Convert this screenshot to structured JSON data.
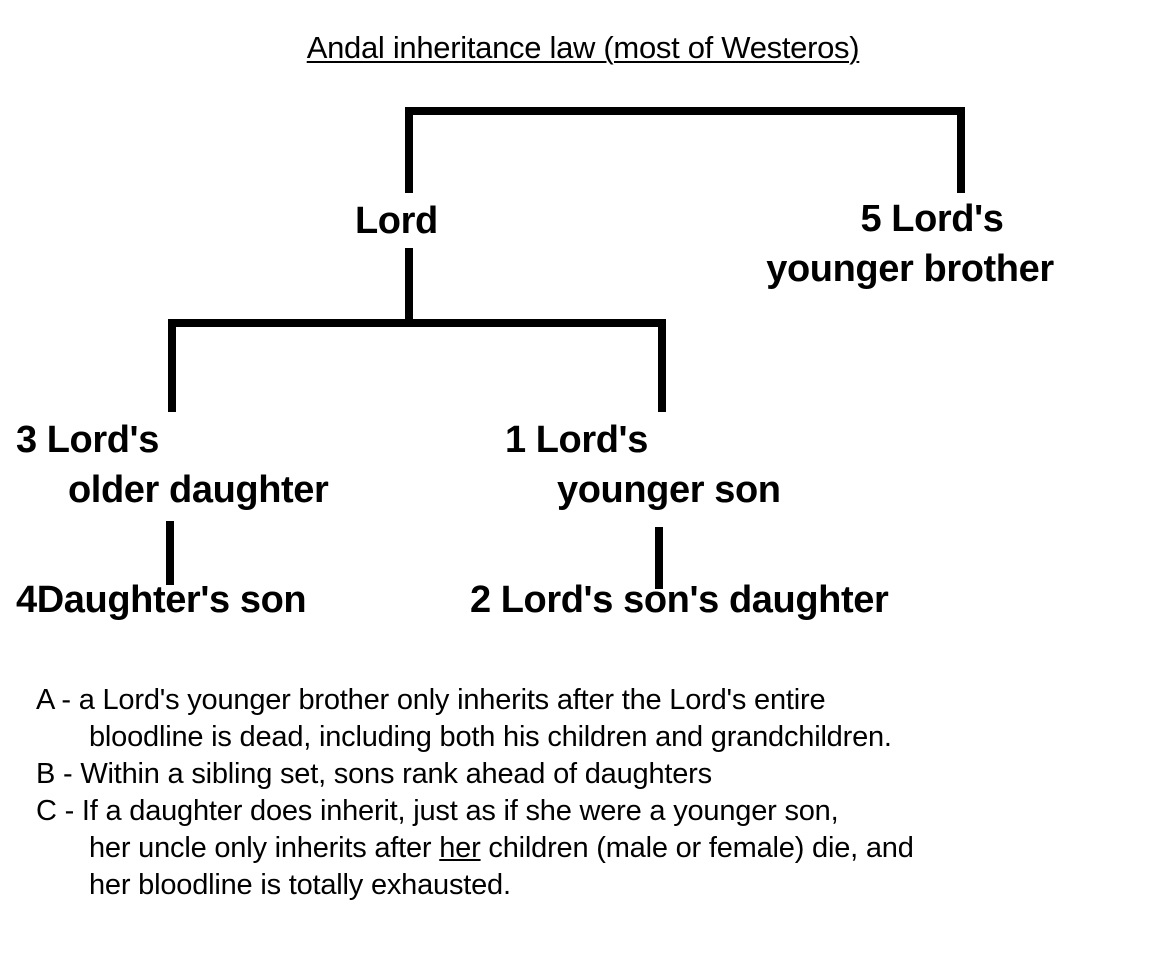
{
  "diagram": {
    "title": "Andal inheritance law (most of Westeros)",
    "nodes": {
      "lord": {
        "label": "Lord",
        "rank": ""
      },
      "lords_younger_brother": {
        "rank": "5",
        "line1": "Lord's",
        "line2": "younger brother"
      },
      "lords_older_daughter": {
        "rank": "3",
        "line1": "Lord's",
        "line2": "older daughter"
      },
      "daughters_son": {
        "rank": "4",
        "label": "Daughter's son"
      },
      "lords_younger_son": {
        "rank": "1",
        "line1": "Lord's",
        "line2": "younger son"
      },
      "lords_sons_daughter": {
        "rank": "2",
        "label": "Lord's son's daughter"
      }
    },
    "notes": [
      {
        "key": "A",
        "lines": [
          "A - a Lord's younger brother only inherits after the Lord's entire",
          "bloodline is dead, including both his children and grandchildren."
        ]
      },
      {
        "key": "B",
        "lines": [
          "B - Within a sibling set, sons rank ahead of daughters"
        ]
      },
      {
        "key": "C",
        "lines": [
          "C - If a daughter does inherit, just as if she were a younger son,",
          "",
          ""
        ]
      }
    ],
    "note_c_line2_before": "her uncle only inherits after ",
    "note_c_line2_emph": "her",
    "note_c_line2_after": " children (male or female) die, and",
    "note_c_line3": "her bloodline is totally exhausted.",
    "colors": {
      "ink": "#000000",
      "background": "#ffffff"
    }
  }
}
